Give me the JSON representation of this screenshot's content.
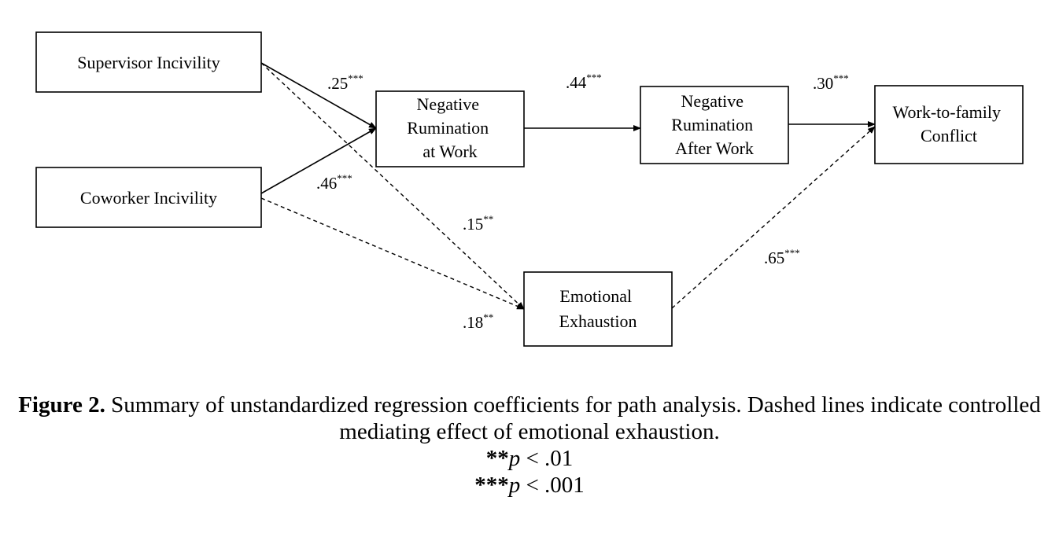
{
  "nodes": {
    "supervisor": {
      "lines": [
        "Supervisor Incivility"
      ]
    },
    "coworker": {
      "lines": [
        "Coworker Incivility"
      ]
    },
    "rumination_work": {
      "lines": [
        "Negative",
        "Rumination",
        "at Work"
      ]
    },
    "rumination_after": {
      "lines": [
        "Negative",
        "Rumination",
        "After Work"
      ]
    },
    "wfc": {
      "lines": [
        "Work-to-family",
        "Conflict"
      ]
    },
    "exhaustion": {
      "lines": [
        "Emotional",
        "Exhaustion"
      ]
    }
  },
  "paths": {
    "sup_to_rum": {
      "value": ".25",
      "sig": "***",
      "style": "solid"
    },
    "cow_to_rum": {
      "value": ".46",
      "sig": "***",
      "style": "solid"
    },
    "rum_to_after": {
      "value": ".44",
      "sig": "***",
      "style": "solid"
    },
    "after_to_wfc": {
      "value": ".30",
      "sig": "***",
      "style": "solid"
    },
    "sup_to_exh": {
      "value": ".15",
      "sig": "**",
      "style": "dashed"
    },
    "cow_to_exh": {
      "value": ".18",
      "sig": "**",
      "style": "dashed"
    },
    "exh_to_wfc": {
      "value": ".65",
      "sig": "***",
      "style": "dashed"
    }
  },
  "caption": {
    "label": "Figure 2.",
    "text": " Summary of unstandardized regression coefficients for path analysis. Dashed lines indicate controlled mediating effect of emotional exhaustion.",
    "note1_stars": "**",
    "note1_p": "p",
    "note1_rest": " < .01",
    "note2_stars": "***",
    "note2_p": "p",
    "note2_rest": " < .001"
  }
}
